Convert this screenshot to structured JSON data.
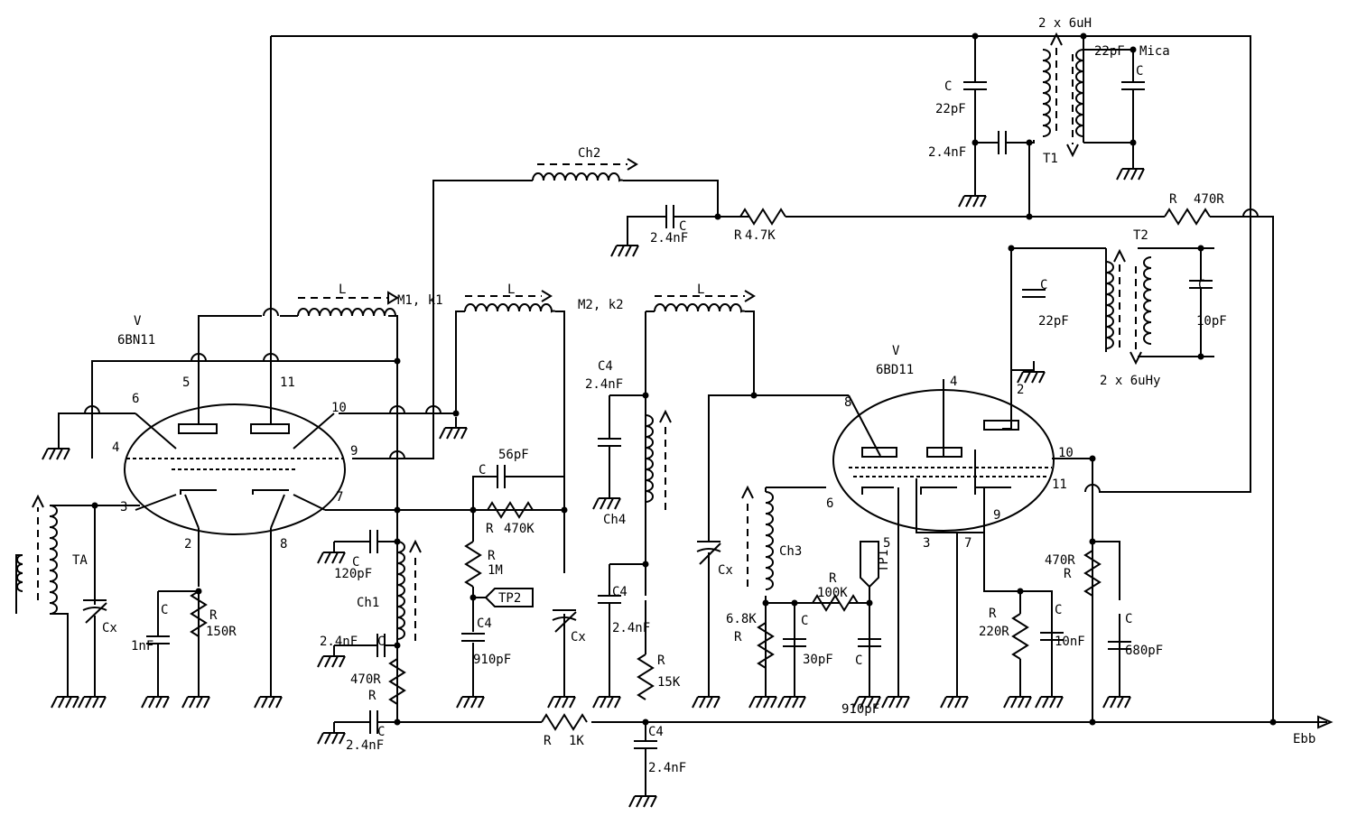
{
  "colors": {
    "ink": "#000000",
    "paper": "#ffffff"
  },
  "tubes": {
    "v1": {
      "ref": "V",
      "type": "6BN11",
      "pins": [
        "5",
        "11",
        "6",
        "10",
        "4",
        "9",
        "3",
        "7",
        "2",
        "8"
      ]
    },
    "v2": {
      "ref": "V",
      "type": "6BD11",
      "pins": [
        "8",
        "4",
        "2",
        "10",
        "11",
        "6",
        "3",
        "7",
        "9",
        "5"
      ]
    }
  },
  "inductors": {
    "l1": {
      "ref": "L",
      "label": "M1, k1"
    },
    "l2": {
      "ref": "L",
      "label": "M2, k2"
    },
    "l3": {
      "ref": "L"
    },
    "ch1": {
      "ref": "Ch1"
    },
    "ch2": {
      "ref": "Ch2"
    },
    "ch3": {
      "ref": "Ch3"
    },
    "ch4": {
      "ref": "Ch4"
    }
  },
  "transformers": {
    "t1": {
      "ref": "T1",
      "spec": "2 x 6uH",
      "cap_ref": "C",
      "cap_value": "22pF",
      "cap_note": "Mica"
    },
    "t2": {
      "ref": "T2",
      "spec": "2 x 6uHy",
      "cap_ref": "C",
      "cap_value": "10pF"
    },
    "ta": {
      "ref": "TA"
    }
  },
  "parts": {
    "c_t1_22": {
      "ref": "C",
      "value": "22pF"
    },
    "c_t1_24": {
      "value": "2.4nF"
    },
    "c_ch2": {
      "ref": "C",
      "value": "2.4nF"
    },
    "r_47k": {
      "ref": "R",
      "value": "4.7K"
    },
    "r_470_top": {
      "ref": "R",
      "value": "470R"
    },
    "c_t2_22": {
      "ref": "C",
      "value": "22pF"
    },
    "c_56": {
      "ref": "C",
      "value": "56pF"
    },
    "r_470k": {
      "ref": "R",
      "value": "470K"
    },
    "r_1m": {
      "ref": "R",
      "value": "1M"
    },
    "tp2": {
      "ref": "TP2"
    },
    "c4_910": {
      "ref": "C4",
      "value": "910pF"
    },
    "cx_mid": {
      "ref": "Cx"
    },
    "c4_top": {
      "ref": "C4",
      "value": "2.4nF"
    },
    "c4_mid": {
      "ref": "C4",
      "value": "2.4nF"
    },
    "r_15k": {
      "ref": "R",
      "value": "15K"
    },
    "c4_bot": {
      "ref": "C4",
      "value": "2.4nF"
    },
    "c_120": {
      "ref": "C",
      "value": "120pF"
    },
    "c_ch1_24": {
      "ref": "C",
      "value": "2.4nF"
    },
    "r_470_ch1": {
      "ref": "R",
      "value": "470R"
    },
    "c_bot_24": {
      "ref": "C",
      "value": "2.4nF"
    },
    "r_1k": {
      "ref": "R",
      "value": "1K"
    },
    "cx_ta": {
      "ref": "Cx"
    },
    "c_1n": {
      "ref": "C",
      "value": "1nF"
    },
    "r_150": {
      "ref": "R",
      "value": "150R"
    },
    "cx_v2": {
      "ref": "Cx"
    },
    "r_68k": {
      "ref": "R",
      "value": "6.8K"
    },
    "c_30": {
      "ref": "C",
      "value": "30pF"
    },
    "r_100k": {
      "ref": "R",
      "value": "100K"
    },
    "tp1": {
      "ref": "TP1"
    },
    "c_910_v2": {
      "ref": "C",
      "value": "910pF"
    },
    "r_220": {
      "ref": "R",
      "value": "220R"
    },
    "c_10n": {
      "ref": "C",
      "value": "10nF"
    },
    "r_470_v2": {
      "ref": "R",
      "value": "470R"
    },
    "c_680": {
      "ref": "C",
      "value": "680pF"
    }
  },
  "supply": {
    "label": "Ebb"
  }
}
